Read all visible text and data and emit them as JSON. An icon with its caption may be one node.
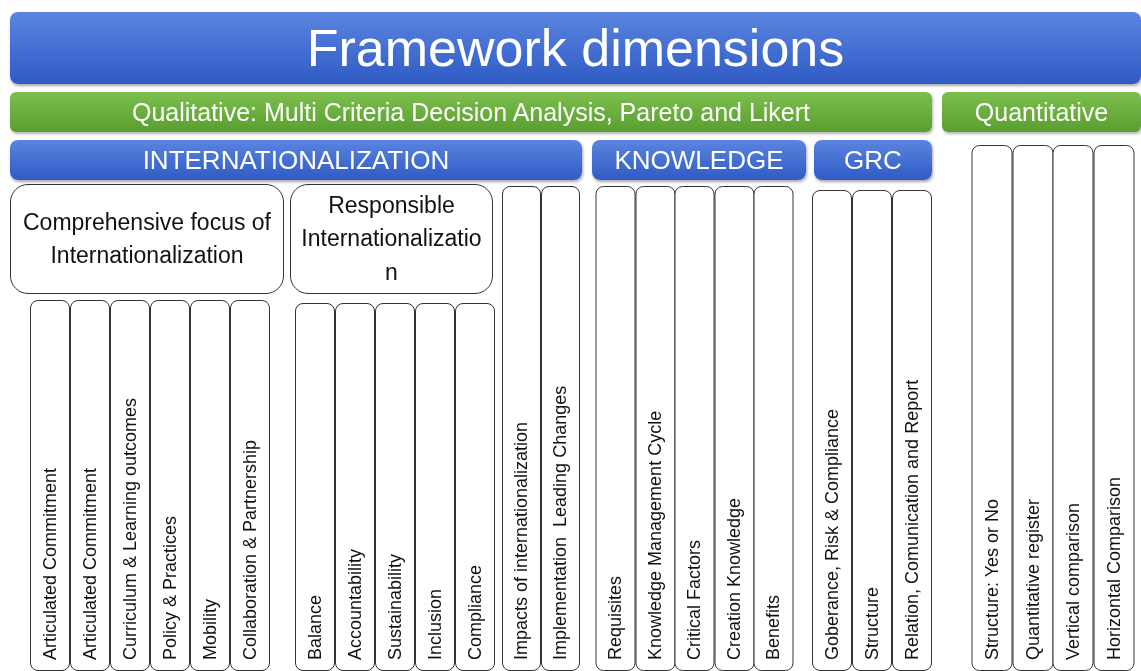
{
  "diagram": {
    "nodes": [
      {
        "text": [
          "Framework dimensions"
        ]
      },
      {
        "text": [
          "Qualitative: Multi Criteria Decision Analysis, Pareto and Likert"
        ]
      },
      {
        "text": [
          "Quantitative"
        ]
      },
      {
        "text": [
          "INTERNATIONALIZATION"
        ]
      },
      {
        "text": [
          "KNOWLEDGE"
        ]
      },
      {
        "text": [
          "GRC"
        ]
      },
      {
        "text": [
          "Comprehensive focus of Internationalization"
        ]
      },
      {
        "text": [
          "Responsible Internationalization"
        ]
      },
      {
        "text": [
          "Articulated Commitment"
        ]
      },
      {
        "text": [
          "Articulated Commitment"
        ]
      },
      {
        "text": [
          "Curriculum & Learning outcomes"
        ]
      },
      {
        "text": [
          "Policy & Practices"
        ]
      },
      {
        "text": [
          "Mobility"
        ]
      },
      {
        "text": [
          "Collaboration & Partnership"
        ]
      },
      {
        "text": [
          "Balance"
        ]
      },
      {
        "text": [
          "Accountability"
        ]
      },
      {
        "text": [
          "Sustainability"
        ]
      },
      {
        "text": [
          "Inclusion"
        ]
      },
      {
        "text": [
          "Compliance"
        ]
      },
      {
        "text": [
          "Impacts of internationalization"
        ]
      },
      {
        "text": [
          "Implementation  Leading Changes"
        ]
      },
      {
        "text": [
          "Requisites"
        ]
      },
      {
        "text": [
          "Knowledge Management Cycle"
        ]
      },
      {
        "text": [
          "Critical Factors"
        ]
      },
      {
        "text": [
          "Creation Knowledge"
        ]
      },
      {
        "text": [
          "Benefits"
        ]
      },
      {
        "text": [
          "Goberance, Risk & Compliance"
        ]
      },
      {
        "text": [
          "Structure"
        ]
      },
      {
        "text": [
          "Relation, Comunication and Report"
        ]
      },
      {
        "text": [
          "Structure: Yes or No"
        ]
      },
      {
        "text": [
          "Quantitative register"
        ]
      },
      {
        "text": [
          "Vertical comparison"
        ]
      },
      {
        "text": [
          "Horizontal Comparison"
        ]
      }
    ]
  }
}
